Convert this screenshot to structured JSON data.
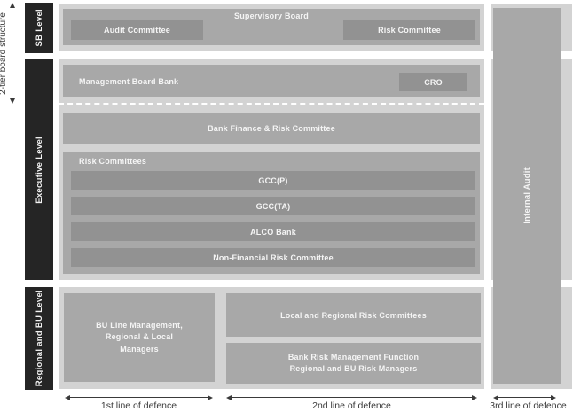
{
  "left_axis": {
    "label": "2-tier board structure"
  },
  "levels": {
    "sb": "SB Level",
    "executive": "Executive Level",
    "regional": "Regional and BU Level"
  },
  "supervisory": {
    "title": "Supervisory Board",
    "audit_committee": "Audit Committee",
    "risk_committee": "Risk Committee"
  },
  "executive": {
    "management_board": "Management Board Bank",
    "cro": "CRO",
    "bank_finance_risk_committee": "Bank Finance & Risk Committee",
    "risk_committees_title": "Risk Committees",
    "committees": [
      "GCC(P)",
      "GCC(TA)",
      "ALCO Bank",
      "Non-Financial Risk Committee"
    ]
  },
  "regional": {
    "bu_line_management": "BU Line Management,\nRegional & Local\nManagers",
    "local_regional_risk_committees": "Local and Regional Risk Committees",
    "bank_risk_management": "Bank Risk Management Function\nRegional and BU Risk Managers"
  },
  "internal_audit": "Internal Audit",
  "defence": {
    "first": "1st line of defence",
    "second": "2nd line of defence",
    "third": "3rd line of defence"
  },
  "colors": {
    "panel_light": "#d3d3d3",
    "box_medium": "#a8a8a8",
    "box_dark": "#929292",
    "level_label_bg": "#252525",
    "text_light": "#f5f5f5",
    "text_dark": "#3a3a3a"
  }
}
